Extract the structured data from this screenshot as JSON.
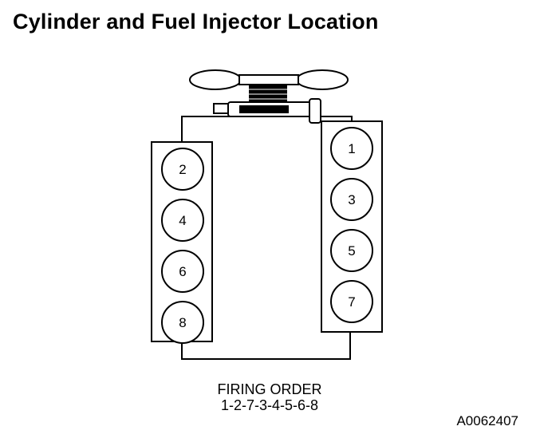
{
  "title": "Cylinder and Fuel Injector Location",
  "left_bank": [
    "2",
    "4",
    "6",
    "8"
  ],
  "right_bank": [
    "1",
    "3",
    "5",
    "7"
  ],
  "firing": {
    "heading": "FIRING ORDER",
    "sequence": "1-2-7-3-4-5-6-8"
  },
  "figure_code": "A0062407"
}
